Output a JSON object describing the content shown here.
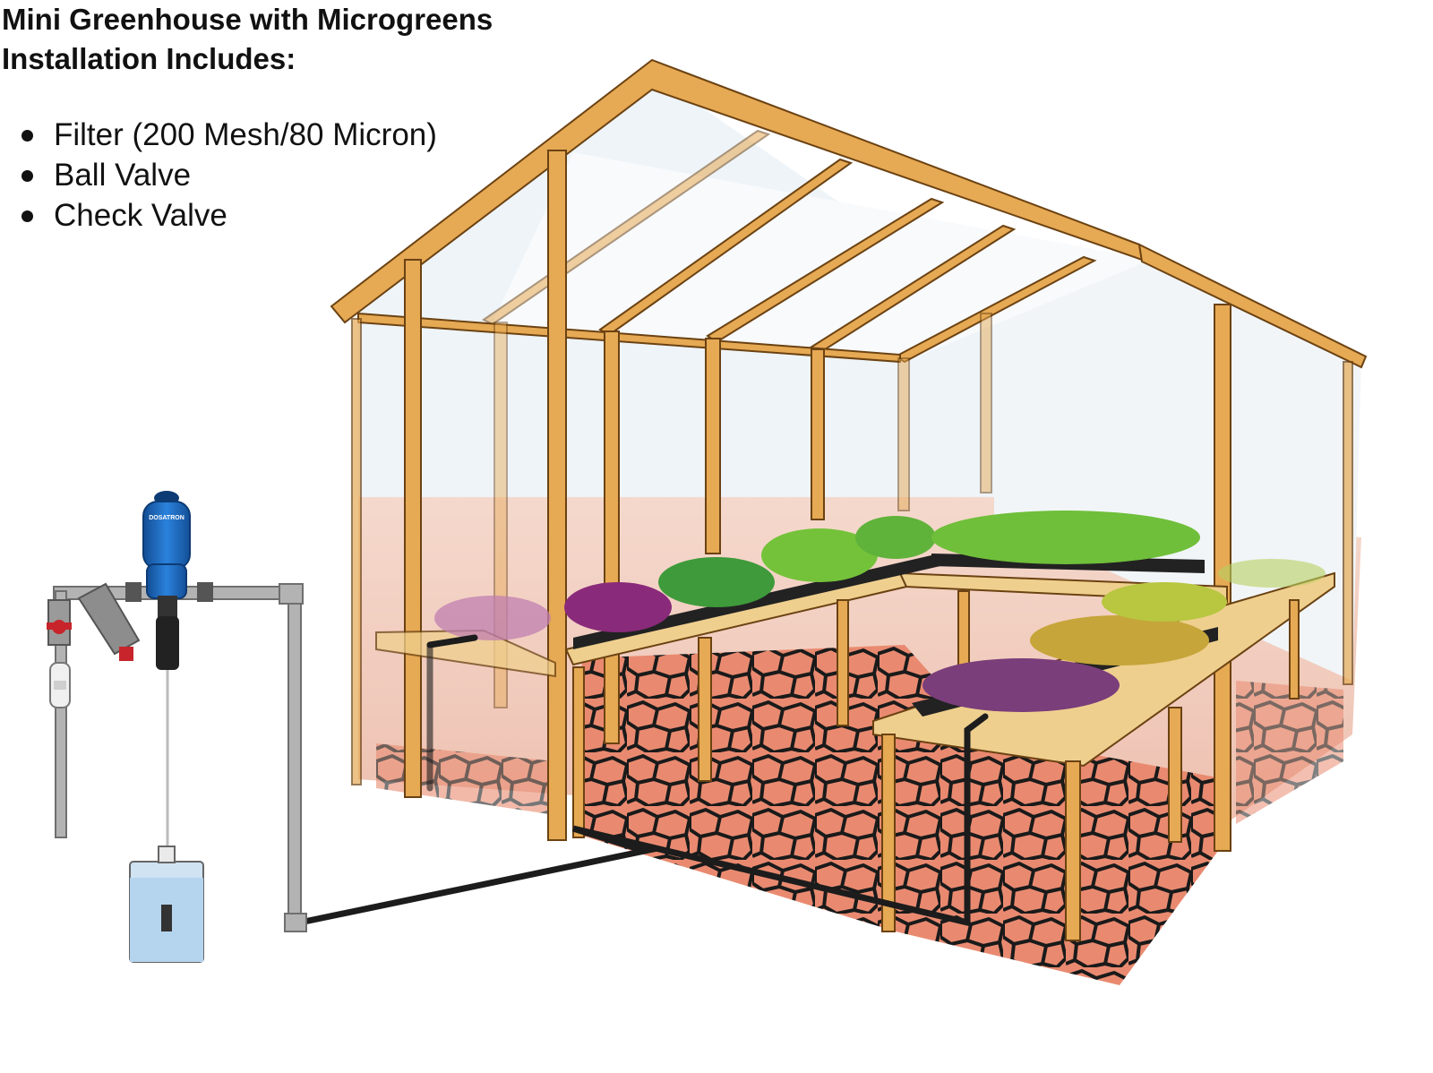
{
  "title": {
    "line1": "Mini Greenhouse with Microgreens",
    "line2": "Installation Includes:"
  },
  "components": [
    "Filter (200 Mesh/80 Micron)",
    "Ball Valve",
    "Check Valve"
  ],
  "injector": {
    "brand_label": "DOSATRON",
    "color": "#1f6fc7"
  },
  "colors": {
    "frame_wood": "#e6a954",
    "frame_outline": "#6b4212",
    "glass": "#eef4f8",
    "floor_tile": "#e98a70",
    "floor_grout": "#1a1a1a",
    "pipe_gray": "#a9a9a9",
    "pipe_black": "#1c1c1c",
    "bench_top": "#efcf8e"
  }
}
